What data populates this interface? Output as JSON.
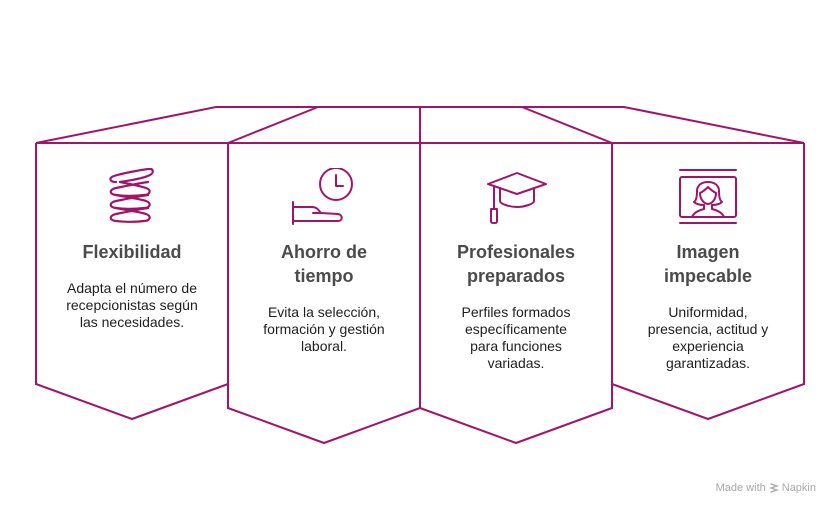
{
  "diagram": {
    "accent_color": "#A0156B",
    "panels": [
      {
        "icon": "spring-icon",
        "title": "Flexibilidad",
        "description": "Adapta el número de recepcionistas según las necesidades."
      },
      {
        "icon": "hand-clock-icon",
        "title": "Ahorro de tiempo",
        "description": "Evita la selección, formación y gestión laboral."
      },
      {
        "icon": "graduation-cap-icon",
        "title": "Profesionales preparados",
        "description": "Perfiles formados específicamente para funciones variadas."
      },
      {
        "icon": "person-portrait-icon",
        "title": "Imagen impecable",
        "description": "Uniformidad, presencia, actitud y experiencia garantizadas."
      }
    ]
  },
  "footer": {
    "made_with": "Made with",
    "brand": "Napkin"
  }
}
